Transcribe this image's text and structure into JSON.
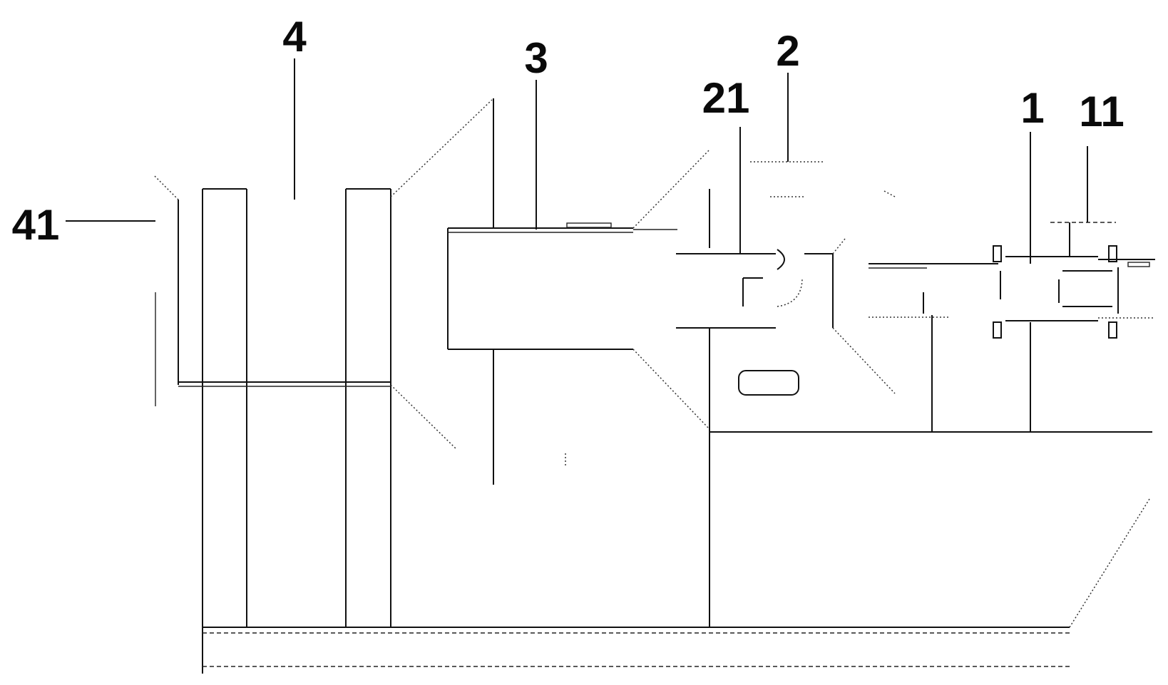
{
  "labels": {
    "label_4": "4",
    "label_3": "3",
    "label_2": "2",
    "label_21": "21",
    "label_1": "1",
    "label_11": "11",
    "label_41": "41"
  },
  "colors": {
    "line": "#111111",
    "background": "#ffffff"
  }
}
